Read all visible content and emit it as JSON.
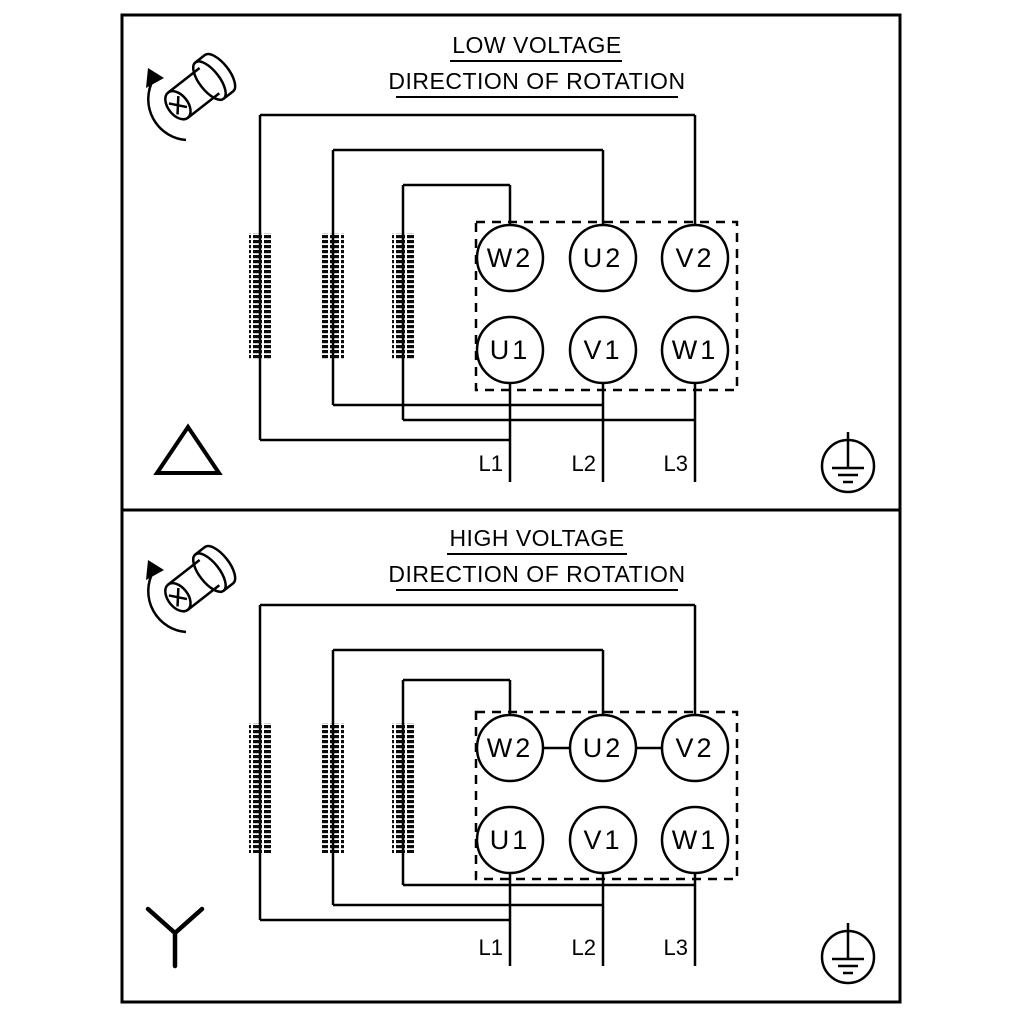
{
  "diagram": {
    "background": "#ffffff",
    "line_color": "#000000",
    "low_voltage": {
      "title": "LOW VOLTAGE",
      "subtitle": "DIRECTION OF ROTATION",
      "connection": "delta",
      "terminals_top": [
        "W2",
        "U2",
        "V2"
      ],
      "terminals_bottom": [
        "U1",
        "V1",
        "W1"
      ],
      "line_labels": [
        "L1",
        "L2",
        "L3"
      ]
    },
    "high_voltage": {
      "title": "HIGH VOLTAGE",
      "subtitle": "DIRECTION OF ROTATION",
      "connection": "star",
      "terminals_top": [
        "W2",
        "U2",
        "V2"
      ],
      "terminals_bottom": [
        "U1",
        "V1",
        "W1"
      ],
      "line_labels": [
        "L1",
        "L2",
        "L3"
      ]
    },
    "icons": {
      "rotation": "shaft-rotation-icon",
      "earth": "earth-ground-icon",
      "delta": "delta-connection-icon",
      "star": "star-connection-icon"
    }
  }
}
